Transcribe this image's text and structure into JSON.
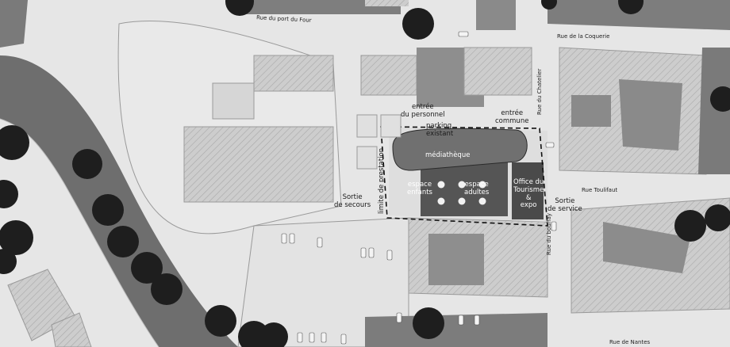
{
  "streets": {
    "port_du_four": "Rue du port du Four",
    "coquerie": "Rue de la Coquerie",
    "chatelier": "Rue du Chatelier",
    "toulifaut": "Rue Toulifaut",
    "bouffay": "Rue du bouffay",
    "nantes": "Rue de Nantes"
  },
  "annotations": {
    "entree_personnel": "entrée\ndu personnel",
    "entree_commune": "entrée\ncommune",
    "parking_existant": "parking\nexistant",
    "sortie_secours": "Sortie\nde secours",
    "limite_prestation": "limite de prestation",
    "sortie_service": "Sortie\nde service"
  },
  "rooms": {
    "mediatheque": "médiathèque",
    "espace_enfants": "espace\nenfants",
    "espace_adultes": "espace\nadultes",
    "office_tourisme": "Office du\nTourisme\n&\nexpo"
  },
  "colors": {
    "background": "#e6e6e6",
    "road": "#777777",
    "building": "#8f8f8f",
    "hatched": "#c9c9c9",
    "tree": "#1e1e1e",
    "project": "#5a5a5a"
  }
}
